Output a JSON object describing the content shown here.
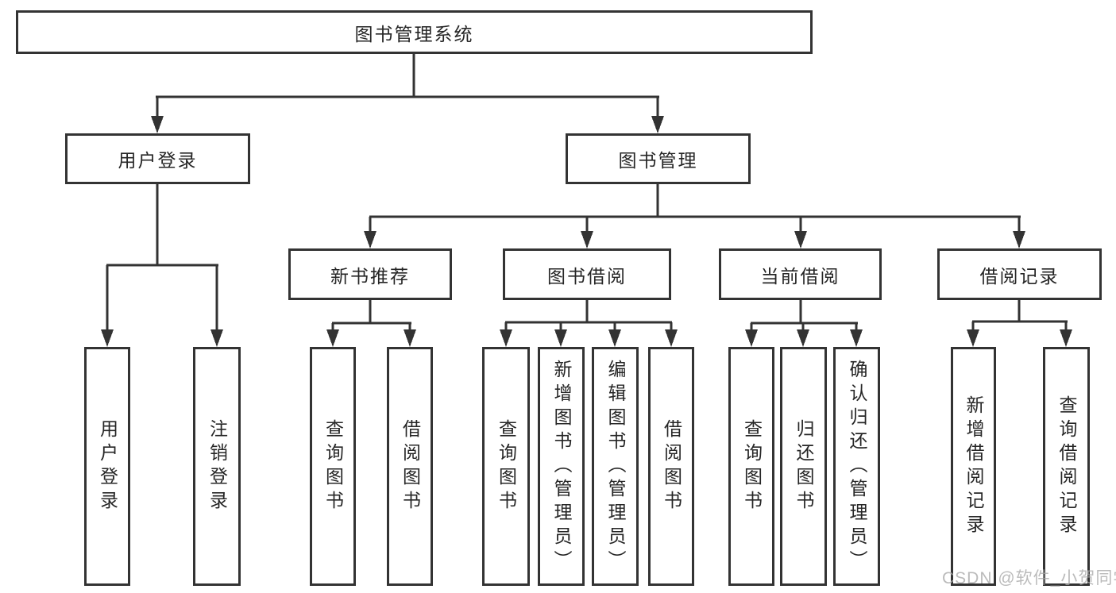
{
  "watermark": "CSDN @软件_小贺同学",
  "colors": {
    "line": "#333333",
    "border": "#333333",
    "text": "#262626",
    "watermark": "#ababab",
    "background": "#ffffff"
  },
  "tree": {
    "root": {
      "label": "图书管理系统"
    },
    "branches": [
      {
        "label": "用户登录",
        "children": [
          {
            "label": "用户登录"
          },
          {
            "label": "注销登录"
          }
        ]
      },
      {
        "label": "图书管理",
        "children": [
          {
            "label": "新书推荐",
            "children": [
              {
                "label": "查询图书"
              },
              {
                "label": "借阅图书"
              }
            ]
          },
          {
            "label": "图书借阅",
            "children": [
              {
                "label": "查询图书"
              },
              {
                "label": "新增图书（管理员）"
              },
              {
                "label": "编辑图书（管理员）"
              },
              {
                "label": "借阅图书"
              }
            ]
          },
          {
            "label": "当前借阅",
            "children": [
              {
                "label": "查询图书"
              },
              {
                "label": "归还图书"
              },
              {
                "label": "确认归还（管理员）"
              }
            ]
          },
          {
            "label": "借阅记录",
            "children": [
              {
                "label": "新增借阅记录"
              },
              {
                "label": "查询借阅记录"
              }
            ]
          }
        ]
      }
    ]
  }
}
